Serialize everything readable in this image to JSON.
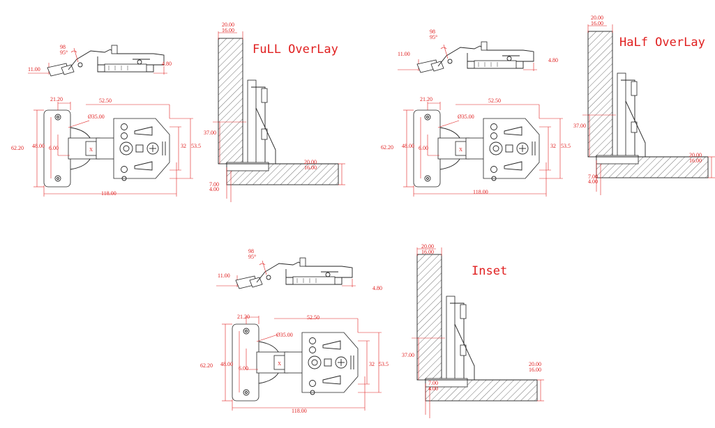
{
  "titles": {
    "full": "FuLL OverLay",
    "half": "HaLf OverLay",
    "inset": "Inset"
  },
  "side_view_dims": {
    "angle_open": "98",
    "angle_alt": "95°",
    "arm_height": "11.00",
    "cup_depth": "4.80"
  },
  "plan_view_dims": {
    "base_width": "21.20",
    "arm_length": "52.50",
    "cup_diameter": "Ø35.00",
    "outer_height": "62.20",
    "inner_height": "48.00",
    "screw_offset": "6.00",
    "plate_height": "32",
    "plate_outer_height": "53.5",
    "total_length": "118.00"
  },
  "section_dims": {
    "door_thick_a": "20.00",
    "door_thick_b": "16.00",
    "hole_height": "37.00",
    "gap_a": "7.00",
    "gap_b": "4.00",
    "panel_thick_a": "20.00",
    "panel_thick_b": "16.00",
    "panel_thick_c": "16.00"
  }
}
